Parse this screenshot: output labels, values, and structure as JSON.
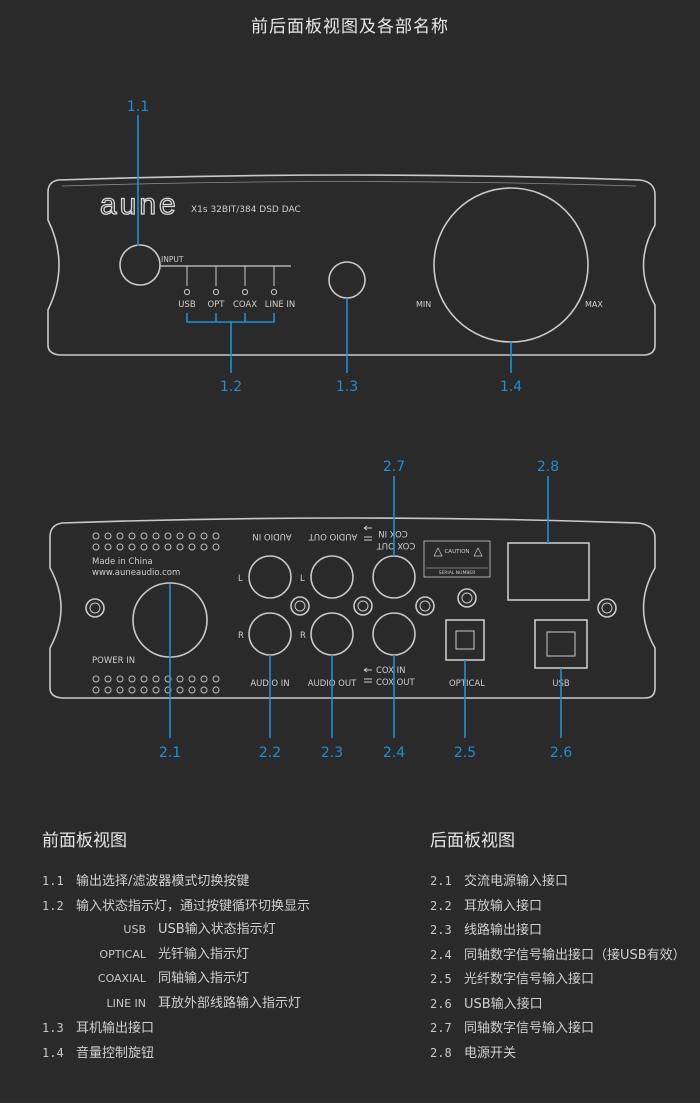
{
  "title": "前后面板视图及各部名称",
  "colors": {
    "accent": "#1f8fd6",
    "panel_stroke": "#c9c9c9",
    "background": "#2a2a2a"
  },
  "front_panel": {
    "brand": "aune",
    "model": "X1s 32BIT/384 DSD DAC",
    "input_label": "INPUT",
    "input_leds": [
      "USB",
      "OPT",
      "COAX",
      "LINE IN"
    ],
    "knob_min": "MIN",
    "knob_max": "MAX",
    "callouts": [
      "1.1",
      "1.2",
      "1.3",
      "1.4"
    ]
  },
  "rear_panel": {
    "made_in": "Made in China",
    "website": "www.auneaudio.com",
    "power_in": "POWER IN",
    "audio_in_top": "AUDIO IN",
    "audio_out_top": "AUDIO OUT",
    "cox_in_top": "COX IN",
    "cox_out_top": "COX OUT",
    "audio_in": "AUDIO IN",
    "audio_out": "AUDIO OUT",
    "cox_in": "COX IN",
    "cox_out": "COX OUT",
    "optical": "OPTICAL",
    "usb": "USB",
    "left": "L",
    "right": "R",
    "caution": "CAUTION",
    "serial": "SERIAL NUMBER",
    "callouts": [
      "2.1",
      "2.2",
      "2.3",
      "2.4",
      "2.5",
      "2.6",
      "2.7",
      "2.8"
    ]
  },
  "front_list": {
    "title": "前面板视图",
    "items": [
      {
        "num": "1.1",
        "text": "输出选择/滤波器模式切换按键"
      },
      {
        "num": "1.2",
        "text": "输入状态指示灯，通过按键循环切换显示"
      },
      {
        "code": "USB",
        "text": "USB输入状态指示灯"
      },
      {
        "code": "OPTICAL",
        "text": "光钎输入指示灯"
      },
      {
        "code": "COAXIAL",
        "text": "同轴输入指示灯"
      },
      {
        "code": "LINE  IN",
        "text": "耳放外部线路输入指示灯"
      },
      {
        "num": "1.3",
        "text": "耳机输出接口"
      },
      {
        "num": "1.4",
        "text": "音量控制旋钮"
      }
    ]
  },
  "rear_list": {
    "title": "后面板视图",
    "items": [
      {
        "num": "2.1",
        "text": "交流电源输入接口"
      },
      {
        "num": "2.2",
        "text": "耳放输入接口"
      },
      {
        "num": "2.3",
        "text": "线路输出接口"
      },
      {
        "num": "2.4",
        "text": "同轴数字信号输出接口（接USB有效）"
      },
      {
        "num": "2.5",
        "text": "光纤数字信号输入接口"
      },
      {
        "num": "2.6",
        "text": "USB输入接口"
      },
      {
        "num": "2.7",
        "text": "同轴数字信号输入接口"
      },
      {
        "num": "2.8",
        "text": "电源开关"
      }
    ]
  }
}
